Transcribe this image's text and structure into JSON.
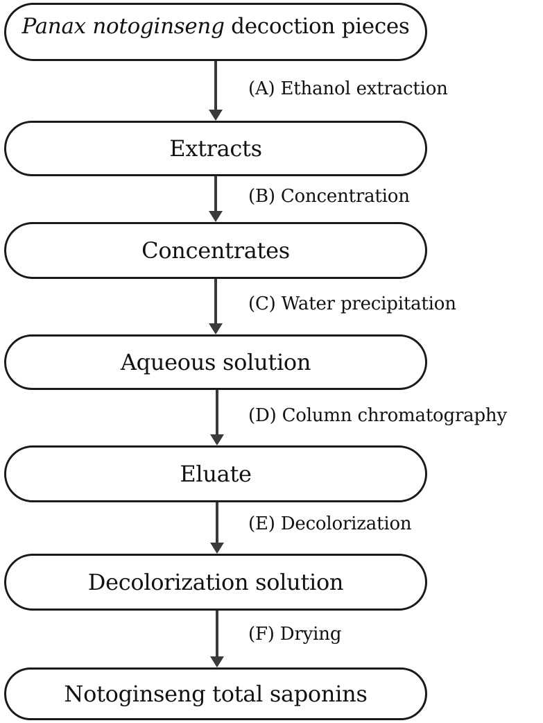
{
  "nodes": [
    {
      "italic": "Panax notoginseng",
      "text": " decoction pieces"
    },
    {
      "text": "Extracts"
    },
    {
      "text": "Concentrates"
    },
    {
      "text": "Aqueous solution"
    },
    {
      "text": "Eluate"
    },
    {
      "text": "Decolorization solution"
    },
    {
      "text": "Notoginseng total saponins"
    }
  ],
  "steps": [
    {
      "label": "(A) Ethanol extraction"
    },
    {
      "label": "(B) Concentration"
    },
    {
      "label": "(C) Water precipitation"
    },
    {
      "label": "(D) Column chromatography"
    },
    {
      "label": "(E) Decolorization"
    },
    {
      "label": "(F) Drying"
    }
  ],
  "colors": {
    "outline": "#1a1a1a",
    "arrow": "#3a3a3a",
    "background": "#ffffff"
  }
}
